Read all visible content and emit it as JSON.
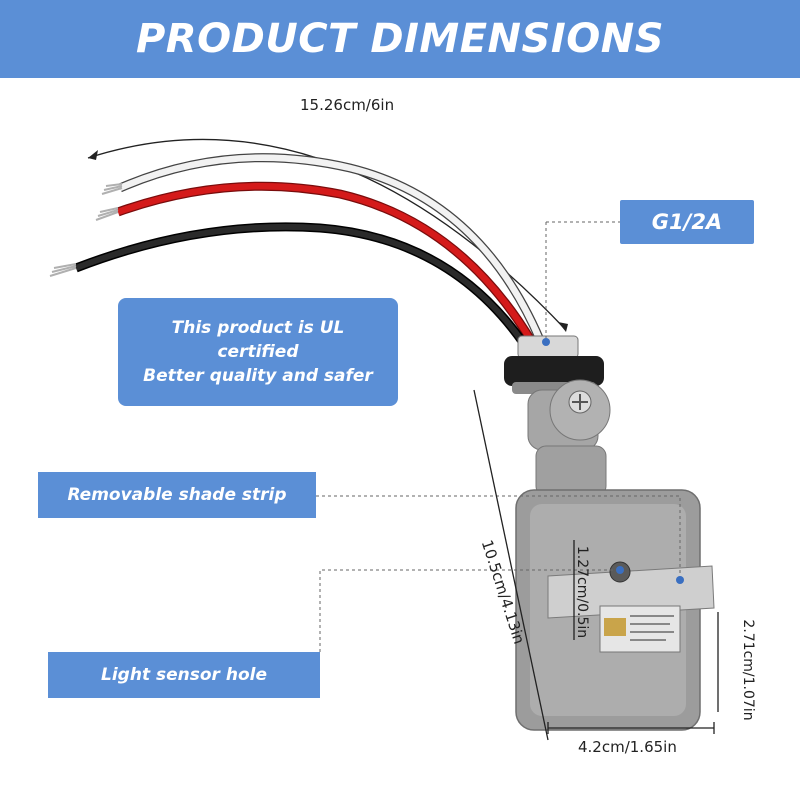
{
  "header": {
    "title": "PRODUCT DIMENSIONS"
  },
  "callouts": {
    "thread": "G1/2A",
    "ul_line1": "This product is UL",
    "ul_line2": "certified",
    "ul_line3": "Better quality and safer",
    "shade": "Removable shade strip",
    "sensor": "Light sensor hole"
  },
  "dimensions": {
    "wire_length": "15.26cm/6in",
    "height": "10.5cm/4.13in",
    "depth": "1.27cm/0.5in",
    "side": "2.71cm/1.07in",
    "width": "4.2cm/1.65in"
  },
  "colors": {
    "accent": "#5b8fd6",
    "wire_white": "#f2f2f2",
    "wire_red": "#d41a1a",
    "wire_black": "#1a1a1a",
    "housing_gray": "#9a9a9a"
  }
}
